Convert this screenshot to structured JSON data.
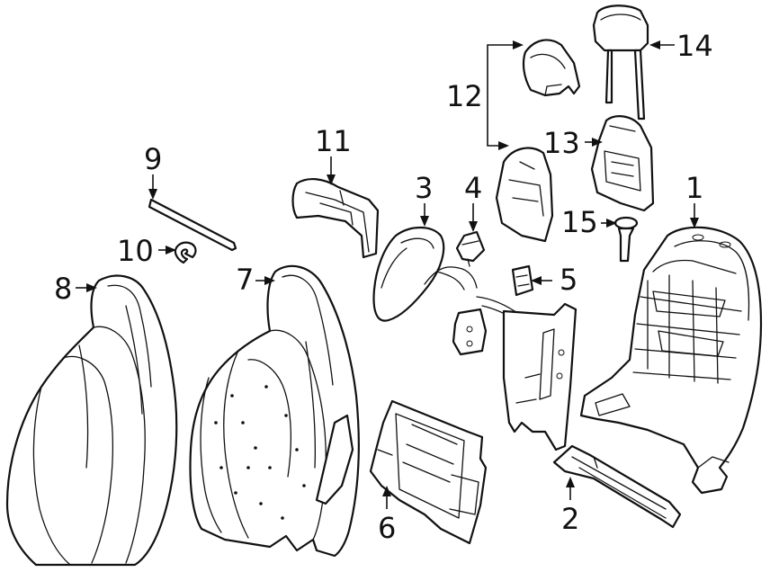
{
  "diagram": {
    "callouts": [
      {
        "id": "1",
        "label": "1",
        "part": "seat-back-frame"
      },
      {
        "id": "2",
        "label": "2",
        "part": "lower-support-bracket"
      },
      {
        "id": "3",
        "label": "3",
        "part": "lumbar-support-pad"
      },
      {
        "id": "4",
        "label": "4",
        "part": "connector"
      },
      {
        "id": "5",
        "label": "5",
        "part": "clip"
      },
      {
        "id": "6",
        "label": "6",
        "part": "back-panel-module"
      },
      {
        "id": "7",
        "label": "7",
        "part": "seat-back-pad"
      },
      {
        "id": "8",
        "label": "8",
        "part": "seat-back-cover"
      },
      {
        "id": "9",
        "label": "9",
        "part": "retaining-rod"
      },
      {
        "id": "10",
        "label": "10",
        "part": "hog-ring"
      },
      {
        "id": "11",
        "label": "11",
        "part": "side-bolster-trim"
      },
      {
        "id": "12",
        "label": "12",
        "part": "headrest-guide-bracket-set"
      },
      {
        "id": "13",
        "label": "13",
        "part": "back-trim-panel"
      },
      {
        "id": "14",
        "label": "14",
        "part": "headrest"
      },
      {
        "id": "15",
        "label": "15",
        "part": "headrest-guide"
      }
    ],
    "line_color": "#111111",
    "background": "#ffffff"
  }
}
